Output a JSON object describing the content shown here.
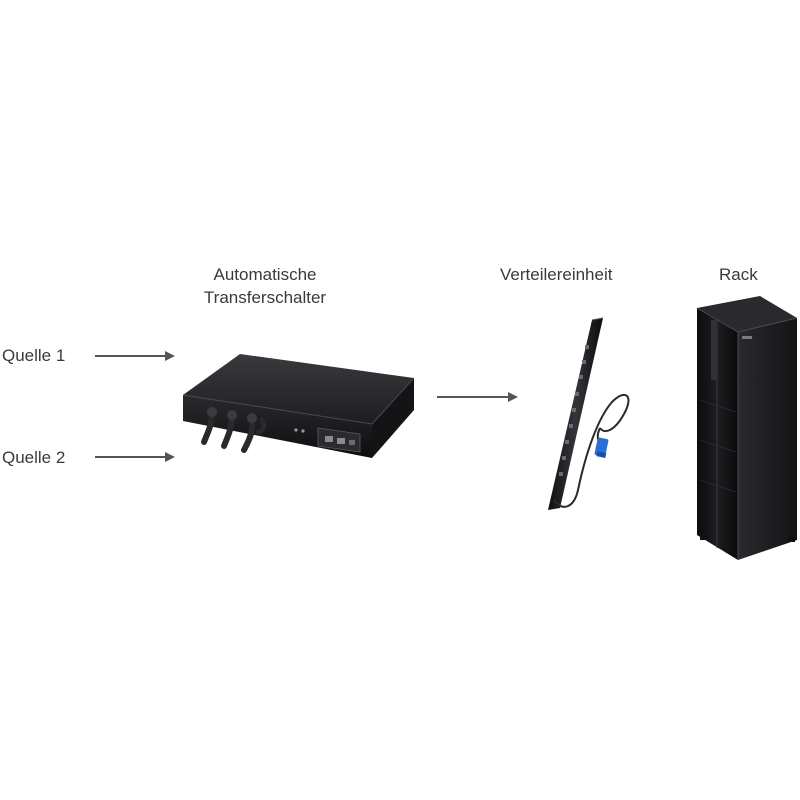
{
  "inputs": {
    "source1": "Quelle 1",
    "source2": "Quelle 2"
  },
  "devices": {
    "ats_line1": "Automatische",
    "ats_line2": "Transferschalter",
    "pdu": "Verteilereinheit",
    "rack": "Rack"
  },
  "colors": {
    "text": "#3a3a3a",
    "arrow": "#555555",
    "device_body": "#1c1c1e",
    "connector_blue": "#2a6fd6"
  }
}
